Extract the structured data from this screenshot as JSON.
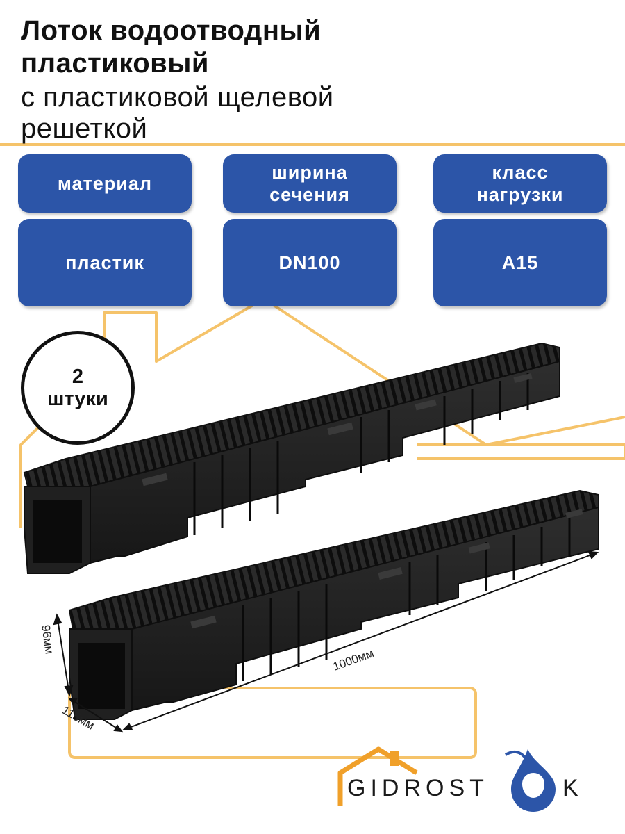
{
  "title": {
    "line1": "Лоток водоотводный",
    "line2": "пластиковый",
    "line3": "с пластиковой щелевой",
    "line4": "решеткой"
  },
  "specs": [
    {
      "label_line1": "материал",
      "label_line2": "",
      "value": "пластик"
    },
    {
      "label_line1": "ширина",
      "label_line2": "сечения",
      "value": "DN100"
    },
    {
      "label_line1": "класс",
      "label_line2": "нагрузки",
      "value": "A15"
    }
  ],
  "badge": {
    "count": "2",
    "unit": "штуки"
  },
  "dimensions": {
    "length": "1000мм",
    "height": "96мм",
    "width": "115мм"
  },
  "logo": {
    "text_left": "GIDROST",
    "text_right": "K"
  },
  "colors": {
    "card_blue": "#2c55a8",
    "accent_yellow": "#f5c36a",
    "logo_blue": "#2c55a8",
    "logo_orange": "#f0a02a",
    "product_black": "#1c1c1c"
  }
}
